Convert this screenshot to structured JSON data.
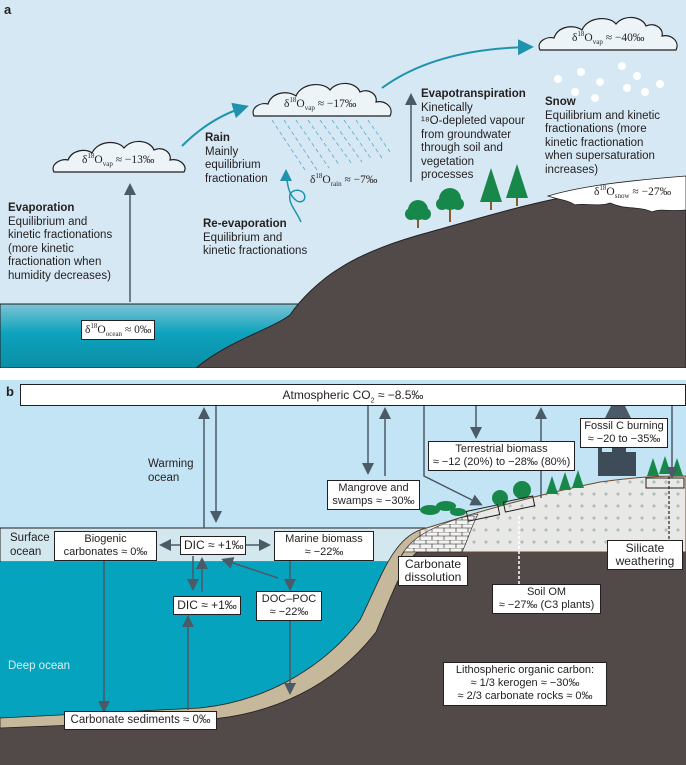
{
  "panel_a": {
    "label": "a",
    "clouds": [
      {
        "id": "cloud-evap",
        "symbol": "δ",
        "mass": "18",
        "element": "O",
        "subscript": "vap",
        "value": "≈ −13‰"
      },
      {
        "id": "cloud-rain",
        "symbol": "δ",
        "mass": "18",
        "element": "O",
        "subscript": "vap",
        "value": "≈ −17‰"
      },
      {
        "id": "cloud-snow",
        "symbol": "δ",
        "mass": "18",
        "element": "O",
        "subscript": "vap",
        "value": "≈ −40‰"
      }
    ],
    "rain_value": {
      "symbol": "δ",
      "mass": "18",
      "element": "O",
      "subscript": "rain",
      "value": "≈ −7‰"
    },
    "snow_value": {
      "symbol": "δ",
      "mass": "18",
      "element": "O",
      "subscript": "snow",
      "value": "≈ −27‰"
    },
    "ocean_value": {
      "symbol": "δ",
      "mass": "18",
      "element": "O",
      "subscript": "ocean",
      "value": "≈ 0‰"
    },
    "evaporation": {
      "title": "Evaporation",
      "lines": [
        "Equilibrium and",
        "kinetic fractionations",
        "(more kinetic",
        "fractionation when",
        "humidity decreases)"
      ]
    },
    "rain": {
      "title": "Rain",
      "lines": [
        "Mainly",
        "equilibrium",
        "fractionation"
      ]
    },
    "reevaporation": {
      "title": "Re-evaporation",
      "lines": [
        "Equilibrium and",
        "kinetic fractionations"
      ]
    },
    "evapotranspiration": {
      "title": "Evapotranspiration",
      "lines": [
        "Kinetically",
        "¹⁸O-depleted vapour",
        "from groundwater",
        "through soil and",
        "vegetation",
        "processes"
      ]
    },
    "snow": {
      "title": "Snow",
      "lines": [
        "Equilibrium and kinetic",
        "fractionations (more",
        "kinetic fractionation",
        "when supersaturation",
        "increases)"
      ]
    },
    "colors": {
      "sky": "#d6e8f3",
      "ocean": "#0ea3bd",
      "rock": "#514a49",
      "arrow_teal": "#1f93ad",
      "arrow_dark": "#4a5a66",
      "tree": "#17874a"
    }
  },
  "panel_b": {
    "label": "b",
    "atmospheric_co2": {
      "prefix": "Atmospheric CO",
      "sub": "2",
      "value": " ≈ −8.5‰"
    },
    "warming_ocean": [
      "Warming",
      "ocean"
    ],
    "surface_ocean": [
      "Surface",
      "ocean"
    ],
    "deep_ocean": "Deep ocean",
    "boxes": {
      "biogenic": [
        "Biogenic",
        "carbonates ≈ 0‰"
      ],
      "dic_surface": "DIC ≈ +1‰",
      "marine_biomass": [
        "Marine biomass",
        "≈ −22‰"
      ],
      "dic_deep": "DIC ≈ +1‰",
      "doc_poc": [
        "DOC–POC",
        "≈ −22‰"
      ],
      "carbonate_sediments": "Carbonate sediments ≈ 0‰",
      "mangrove": [
        "Mangrove and",
        "swamps ≈ −30‰"
      ],
      "terrestrial": [
        "Terrestrial biomass",
        "≈ −12 (20%) to −28‰ (80%)"
      ],
      "fossil": [
        "Fossil C burning",
        "≈ −20 to −35‰"
      ],
      "carbonate_dissolution": [
        "Carbonate",
        "dissolution"
      ],
      "silicate": [
        "Silicate",
        "weathering"
      ],
      "soil_om": [
        "Soil OM",
        "≈ −27‰ (C3 plants)"
      ],
      "lithospheric": [
        "Lithospheric organic carbon:",
        "≈ 1/3 kerogen ≈ −30‰",
        "≈ 2/3 carbonate rocks ≈ 0‰"
      ]
    },
    "colors": {
      "sky": "#c3e4f4",
      "surface_ocean": "#d2e7ee",
      "deep_ocean": "#05a3bd",
      "rock": "#514a49",
      "sediment": "#c6b89a",
      "soil": "#e8e8e6",
      "arrow": "#4a5a66"
    }
  }
}
